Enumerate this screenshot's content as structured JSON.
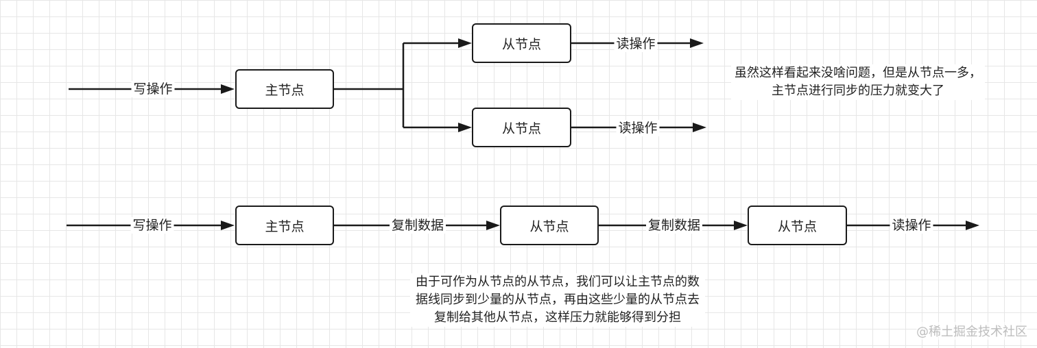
{
  "nodes": {
    "master_top": "主节点",
    "slave_top_1": "从节点",
    "slave_top_2": "从节点",
    "master_bottom": "主节点",
    "slave_bottom_1": "从节点",
    "slave_bottom_2": "从节点"
  },
  "edges": {
    "write_top": "写操作",
    "read_top_1": "读操作",
    "read_top_2": "读操作",
    "write_bottom": "写操作",
    "copy_1": "复制数据",
    "copy_2": "复制数据",
    "read_bottom": "读操作"
  },
  "notes": {
    "top": "虽然这样看起来没啥问题，但是从节点一多，主节点进行同步的压力就变大了",
    "bottom": "由于可作为从节点的从节点，我们可以让主节点的数据线同步到少量的从节点，再由这些少量的从节点去复制给其他从节点，这样压力就能够得到分担"
  },
  "watermark": "@稀土掘金技术社区"
}
